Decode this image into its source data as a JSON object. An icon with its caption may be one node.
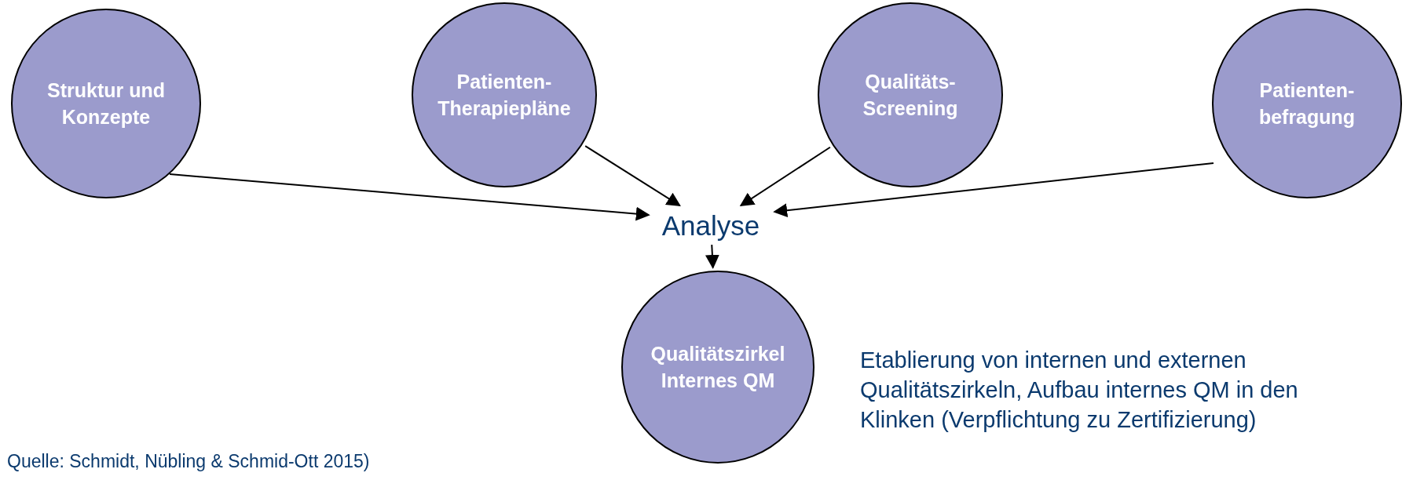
{
  "diagram": {
    "nodes": [
      {
        "text": [
          "Struktur und Konzepte"
        ]
      },
      {
        "text": [
          "Patienten-Therapiepläne"
        ]
      },
      {
        "text": [
          "Qualitäts-Screening"
        ]
      },
      {
        "text": [
          "Patienten-befragung"
        ]
      },
      {
        "text": [
          "Analyse"
        ]
      },
      {
        "text": [
          "Qualitätszirkel Internes QM"
        ]
      }
    ],
    "edges": [
      {
        "from": 0,
        "to": 4,
        "arrow": "to"
      },
      {
        "from": 1,
        "to": 4,
        "arrow": "to"
      },
      {
        "from": 2,
        "to": 4,
        "arrow": "to"
      },
      {
        "from": 3,
        "to": 4,
        "arrow": "to"
      },
      {
        "from": 4,
        "to": 5,
        "arrow": "to"
      }
    ],
    "labels": [
      "Etablierung von internen und externen Qualitätszirkeln, Aufbau internes QM in den Klinken (Verpflichtung zu Zertifizierung)",
      "Quelle: Schmidt, Nübling & Schmid-Ott 2015)"
    ]
  }
}
